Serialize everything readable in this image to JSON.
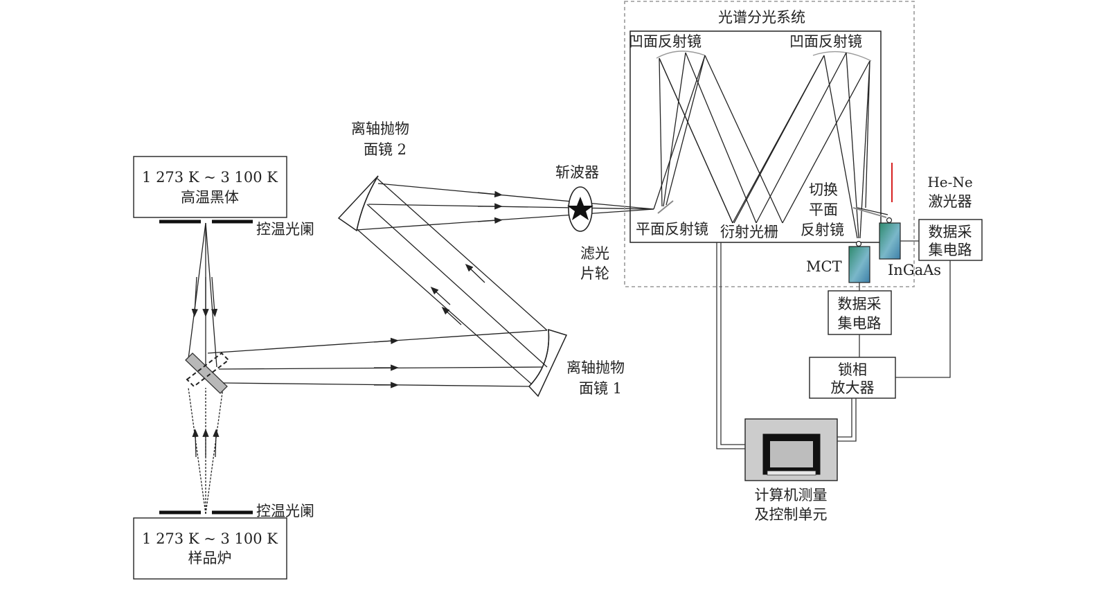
{
  "blackbody": {
    "range": "1 273 K ~ 3 100 K",
    "name": "高温黑体"
  },
  "furnace": {
    "range": "1 273 K ~ 3 100 K",
    "name": "样品炉"
  },
  "aperture_top_label": "控温光阑",
  "aperture_bottom_label": "控温光阑",
  "oap2": {
    "line1": "离轴抛物",
    "line2": "面镜 2"
  },
  "oap1": {
    "line1": "离轴抛物",
    "line2": "面镜 1"
  },
  "chopper_label": "斩波器",
  "filter_wheel": {
    "line1": "滤光",
    "line2": "片轮"
  },
  "spectro": {
    "title": "光谱分光系统",
    "concave_left": "凹面反射镜",
    "concave_right": "凹面反射镜",
    "plane_mirror": "平面反射镜",
    "grating": "衍射光栅",
    "switch": {
      "line1": "切换",
      "line2": "平面",
      "line3": "反射镜"
    }
  },
  "detectors": {
    "mct": "MCT",
    "ingaas": "InGaAs"
  },
  "laser": {
    "line1": "He-Ne",
    "line2": "激光器"
  },
  "daq_right": {
    "line1": "数据采",
    "line2": "集电路"
  },
  "daq_mid": {
    "line1": "数据采",
    "line2": "集电路"
  },
  "lockin": {
    "line1": "锁相",
    "line2": "放大器"
  },
  "computer": {
    "line1": "计算机测量",
    "line2": "及控制单元"
  },
  "colors": {
    "detector_teal": "#3f9c8e",
    "laser_red": "#d62020",
    "panel_grey": "#cccccc"
  }
}
